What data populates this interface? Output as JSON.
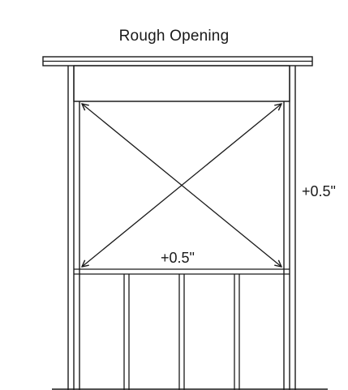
{
  "diagram": {
    "title": "Rough Opening",
    "height_tolerance": "+0.5\"",
    "width_tolerance": "+0.5\"",
    "stroke_color": "#1a1a1a",
    "background_color": "#ffffff"
  }
}
